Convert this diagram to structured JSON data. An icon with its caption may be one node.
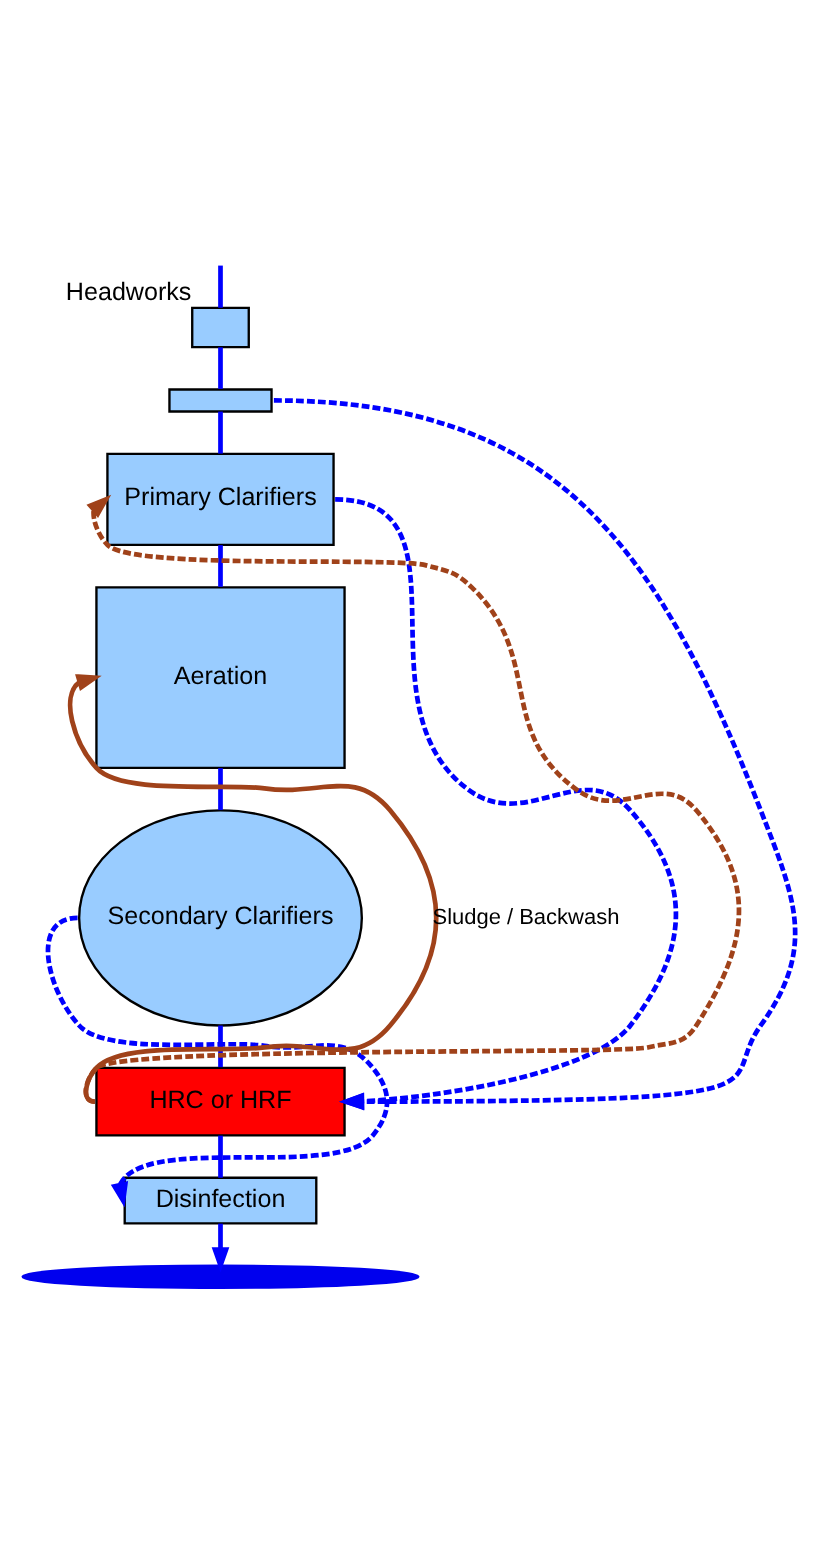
{
  "diagram": {
    "nodes": [
      {
        "text": [],
        "shape": "box",
        "beside": [
          "Headworks"
        ]
      },
      {
        "text": [],
        "shape": "box"
      },
      {
        "text": [
          "Primary Clarifiers"
        ]
      },
      {
        "text": [
          "Aeration"
        ]
      },
      {
        "text": [
          "Secondary Clarifiers"
        ]
      },
      {
        "text": [
          "HRC or HRF"
        ]
      },
      {
        "text": [
          "Disinfection"
        ]
      },
      {
        "text": [],
        "shape": "water"
      }
    ],
    "edges": [
      {
        "from": null,
        "to": 0,
        "arrow": "none"
      },
      {
        "from": 0,
        "to": 1,
        "arrow": "none"
      },
      {
        "from": 1,
        "to": 2,
        "arrow": "none"
      },
      {
        "from": 2,
        "to": 3,
        "arrow": "none"
      },
      {
        "from": 3,
        "to": 4,
        "arrow": "none"
      },
      {
        "from": 4,
        "to": 5,
        "arrow": "none"
      },
      {
        "from": 5,
        "to": 6,
        "arrow": "none"
      },
      {
        "from": 6,
        "to": 7,
        "arrow": "to"
      },
      {
        "from": 1,
        "to": 5,
        "arrow": "to",
        "style": "dashed"
      },
      {
        "from": 2,
        "to": 5,
        "arrow": "to",
        "style": "dashed"
      },
      {
        "from": 4,
        "to": 6,
        "arrow": "to",
        "style": "dashed"
      },
      {
        "from": 5,
        "to": 3,
        "arrow": "to",
        "color": "#a0421a",
        "label": "Sludge / Backwash"
      },
      {
        "from": 5,
        "to": 2,
        "arrow": "to",
        "style": "dashed",
        "color": "#a0421a"
      }
    ]
  }
}
